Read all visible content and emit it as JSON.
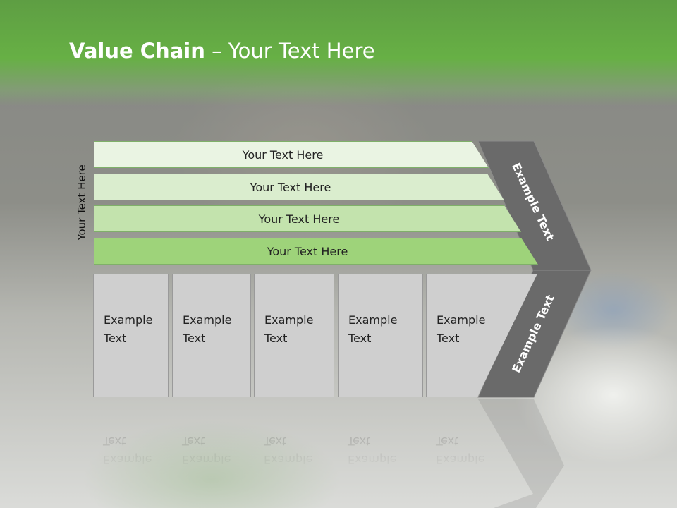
{
  "slide": {
    "title_bold": "Value Chain",
    "title_rest": " – Your Text Here",
    "side_label": "Your Text Here"
  },
  "bars": [
    {
      "label": "Your Text Here",
      "color": "#eaf4e3"
    },
    {
      "label": "Your Text Here",
      "color": "#daedce"
    },
    {
      "label": "Your Text Here",
      "color": "#c3e3ad"
    },
    {
      "label": "Your Text Here",
      "color": "#9ed37a"
    }
  ],
  "boxes": [
    {
      "line1": "Example",
      "line2": "Text"
    },
    {
      "line1": "Example",
      "line2": "Text"
    },
    {
      "line1": "Example",
      "line2": "Text"
    },
    {
      "line1": "Example",
      "line2": "Text"
    },
    {
      "line1": "Example",
      "line2": "Text"
    }
  ],
  "chevron": {
    "top_label": "Example Text",
    "bottom_label": "Example Text",
    "color": "#6a6a6a"
  }
}
